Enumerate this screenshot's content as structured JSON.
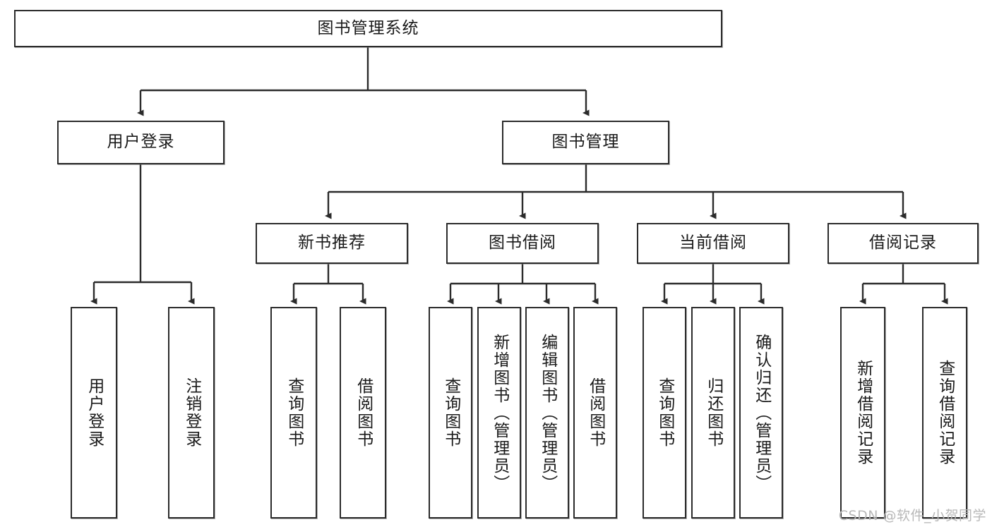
{
  "meta": {
    "title": "图书管理系统",
    "watermark": "CSDN @软件_小贺同学",
    "background_color": "#ffffff",
    "line_color": "#2b2b2b",
    "text_color": "#1a1a1a",
    "watermark_color": "#b8b8b8"
  },
  "tree": {
    "root": {
      "label": "图书管理系统"
    },
    "level2": [
      {
        "label": "用户登录"
      },
      {
        "label": "图书管理"
      }
    ],
    "level3": [
      {
        "label": "新书推荐"
      },
      {
        "label": "图书借阅"
      },
      {
        "label": "当前借阅"
      },
      {
        "label": "借阅记录"
      }
    ],
    "leaves": {
      "user_login": [
        {
          "label": "用户登录"
        },
        {
          "label": "注销登录"
        }
      ],
      "new_book_recommend": [
        {
          "label": "查询图书"
        },
        {
          "label": "借阅图书"
        }
      ],
      "book_borrow": [
        {
          "label": "查询图书"
        },
        {
          "label": "新增图书（管理员）"
        },
        {
          "label": "编辑图书（管理员）"
        },
        {
          "label": "借阅图书"
        }
      ],
      "current_borrow": [
        {
          "label": "查询图书"
        },
        {
          "label": "归还图书"
        },
        {
          "label": "确认归还（管理员）"
        }
      ],
      "borrow_record": [
        {
          "label": "新增借阅记录"
        },
        {
          "label": "查询借阅记录"
        }
      ]
    }
  }
}
